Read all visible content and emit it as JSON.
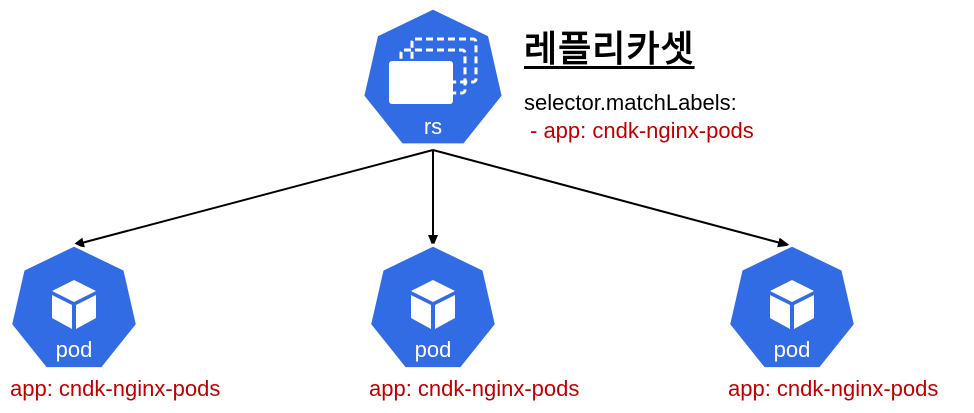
{
  "title": "레플리카셋",
  "selector": {
    "key": "selector.matchLabels:",
    "value": "- app: cndk-nginx-pods"
  },
  "replicaset": {
    "label": "rs",
    "icon": "stacked-pages-icon",
    "color": "#326ce5"
  },
  "pods": [
    {
      "label": "pod",
      "caption": "app: cndk-nginx-pods"
    },
    {
      "label": "pod",
      "caption": "app: cndk-nginx-pods"
    },
    {
      "label": "pod",
      "caption": "app: cndk-nginx-pods"
    }
  ],
  "colors": {
    "k8s_blue": "#326ce5",
    "caption_red": "#c00000"
  }
}
